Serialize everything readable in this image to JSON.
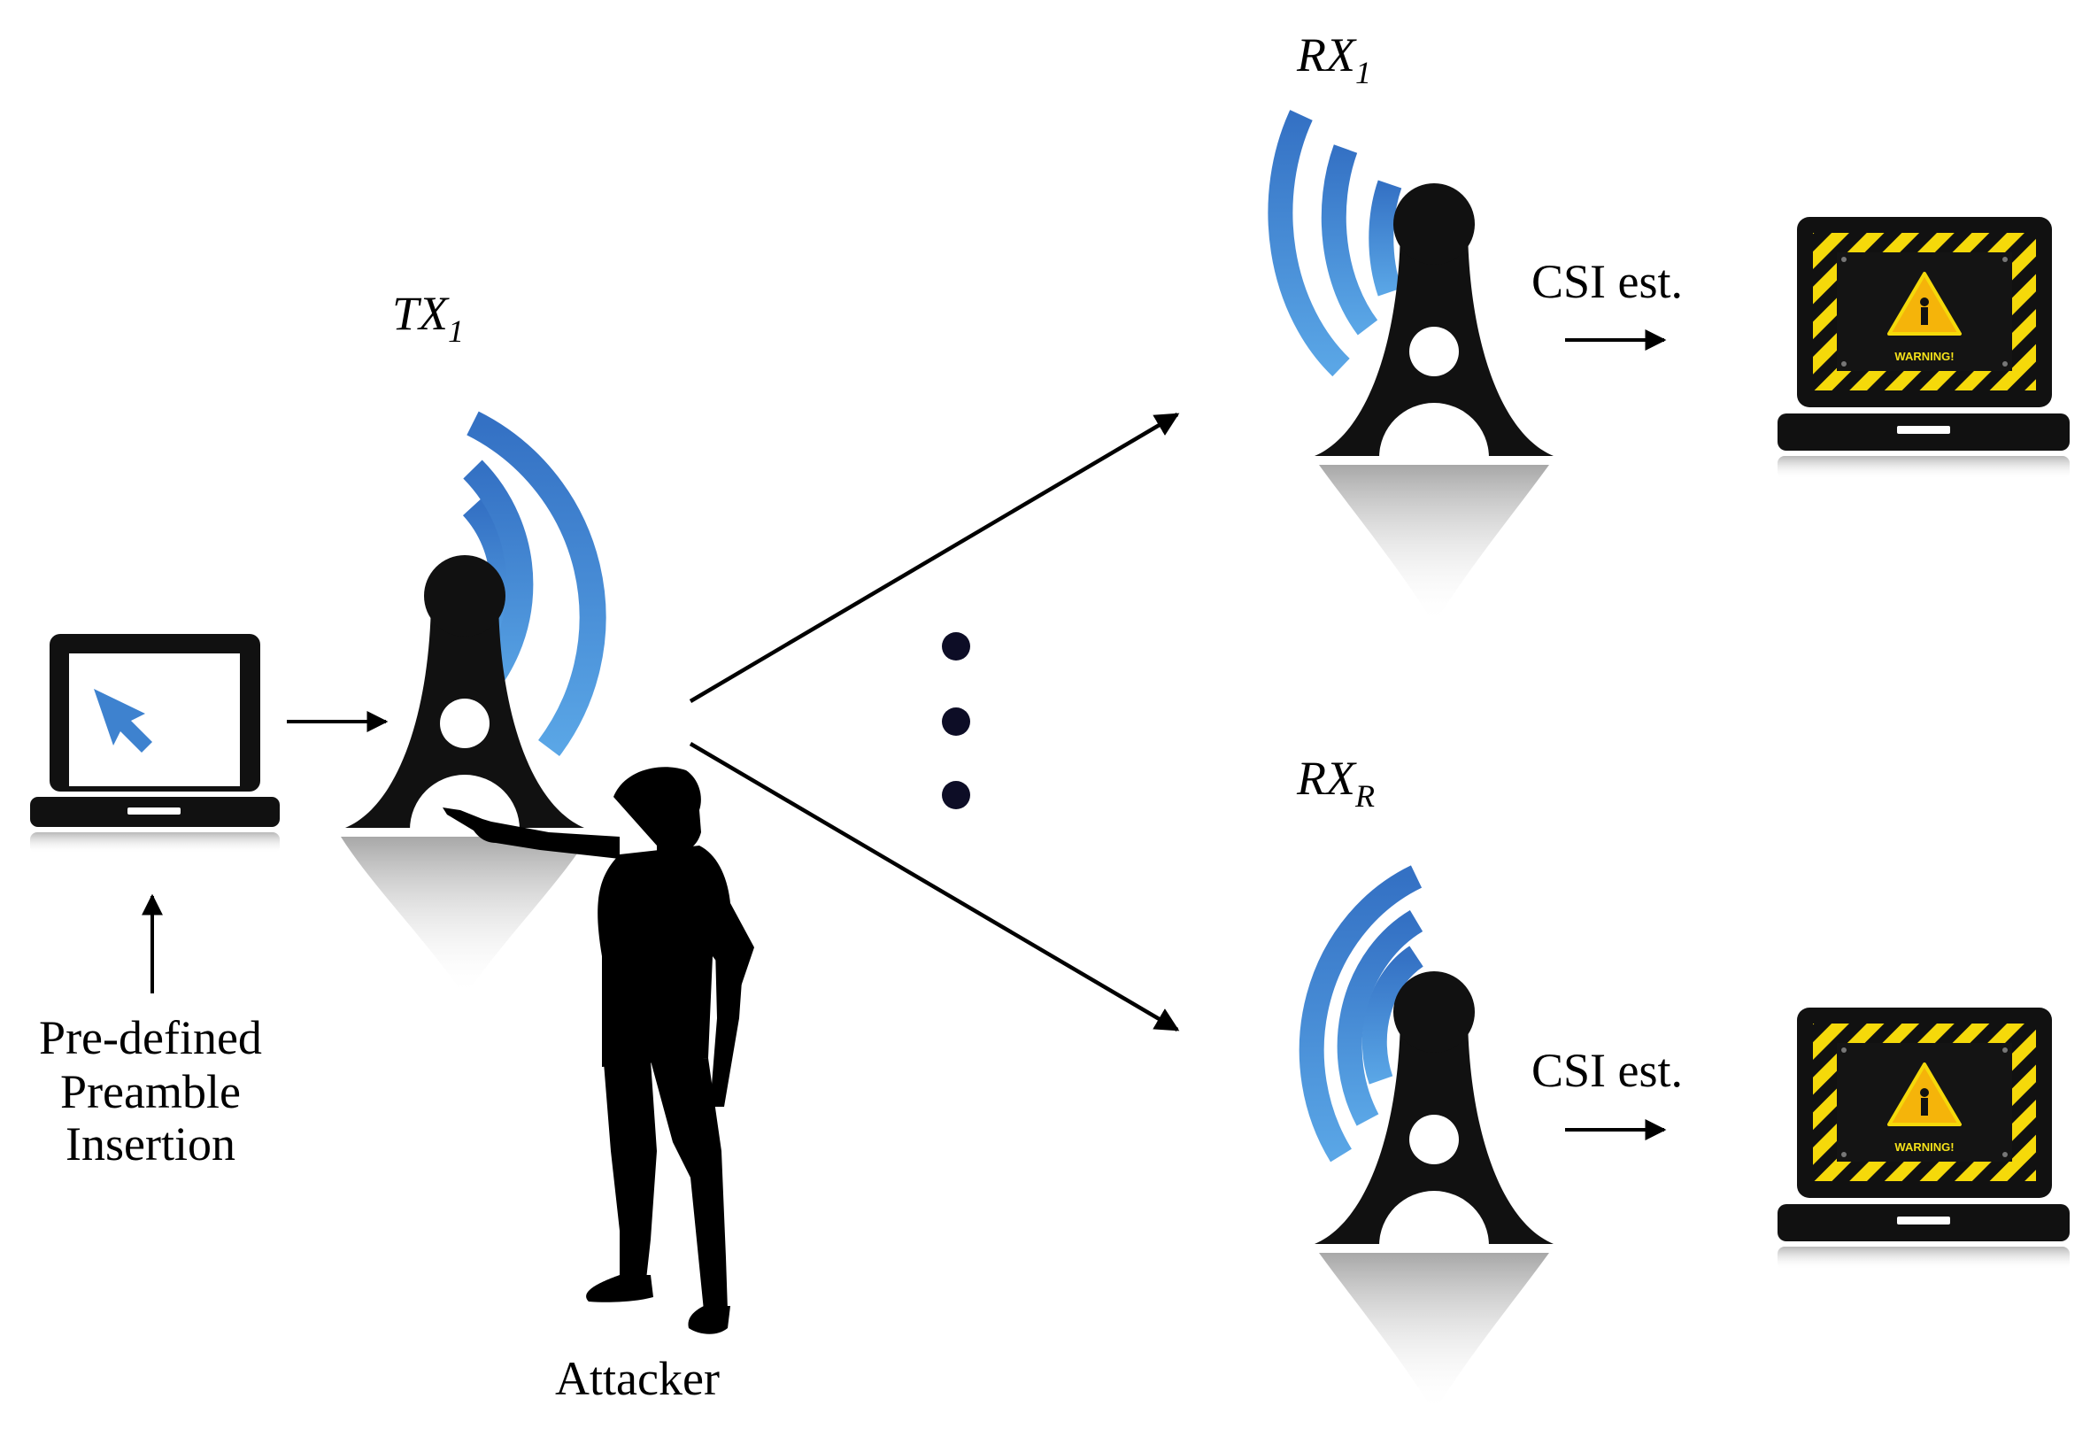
{
  "labels": {
    "tx_main": "TX",
    "tx_sub": "1",
    "rx1_main": "RX",
    "rx1_sub": "1",
    "rxr_main": "RX",
    "rxr_sub": "R",
    "csi_top": "CSI est.",
    "csi_bottom": "CSI est.",
    "preamble_line1": "Pre-defined",
    "preamble_line2": "Preamble",
    "preamble_line3": "Insertion",
    "attacker": "Attacker",
    "warning_top": "WARNING!",
    "warning_bottom": "WARNING!"
  },
  "icons": {
    "source_laptop": "laptop-cursor-icon",
    "transmitter": "radio-tower-icon",
    "receiver": "radio-tower-icon",
    "warning_laptop": "laptop-warning-icon",
    "attacker": "person-silhouette-icon"
  },
  "colors": {
    "wave_blue": "#3e82cf",
    "tower_black": "#111111",
    "warning_yellow": "#f5d90a",
    "ellipsis_dot": "#0d0d26"
  }
}
